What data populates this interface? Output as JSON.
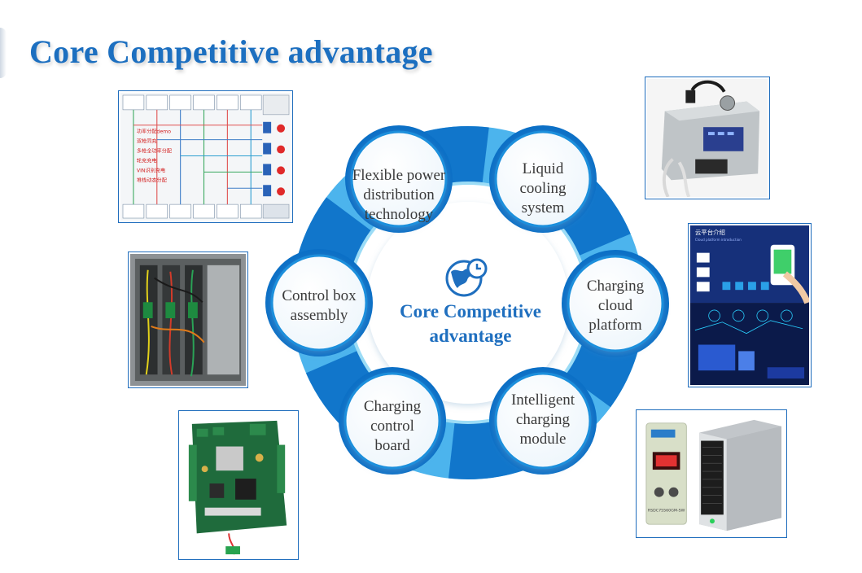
{
  "slide": {
    "title": "Core Competitive advantage"
  },
  "diagram": {
    "center_label": "Core Competitive\nadvantage",
    "nodes": [
      {
        "label": "Flexible power\ndistribution\ntechnology"
      },
      {
        "label": "Liquid\ncooling\nsystem"
      },
      {
        "label": "Charging\ncloud\nplatform"
      },
      {
        "label": "Intelligent\ncharging\nmodule"
      },
      {
        "label": "Charging\ncontrol\nboard"
      },
      {
        "label": "Control box\nassembly"
      }
    ]
  },
  "photos": {
    "schematic_labels": [
      "功率分配demo",
      "双枪同充",
      "多枪全功率分配",
      "轮充充电",
      "VIN识别充电",
      "堆栈动态分配"
    ],
    "cloud_title": "云平台介绍",
    "cloud_subtitle": "Cloud platform introduction",
    "module_code": "RSDC75560GM-SW"
  },
  "colors": {
    "title": "#1c6fc0",
    "ring_dark": "#0b6fc6",
    "ring_light": "#5cc3f0",
    "node_border": "#1a8fdc",
    "center_text": "#1f6fbf"
  }
}
